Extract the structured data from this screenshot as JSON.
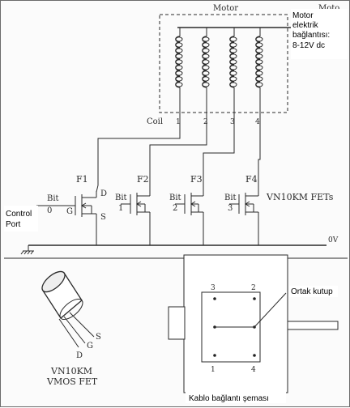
{
  "motor": {
    "title": "Motor",
    "partial_label": "Moto",
    "coil_label": "Coil",
    "coil_numbers": [
      "1",
      "2",
      "3",
      "4"
    ]
  },
  "notes": {
    "motor_power_lines": [
      "Motor",
      "elektrik",
      "bağlantısı:",
      "8-12V dc"
    ],
    "control_port_lines": [
      "Control",
      "Port"
    ],
    "common_terminal": "Ortak kutup",
    "cable_diagram": "Kablo bağlantı şeması"
  },
  "fets": [
    {
      "label": "F1",
      "bit_label": "Bit",
      "bit_number": "0",
      "gate": "G",
      "drain": "D",
      "source": "S"
    },
    {
      "label": "F2",
      "bit_label": "Bit",
      "bit_number": "1"
    },
    {
      "label": "F3",
      "bit_label": "Bit",
      "bit_number": "2"
    },
    {
      "label": "F4",
      "bit_label": "Bit",
      "bit_number": "3"
    }
  ],
  "fet_type_label": "VN10KM FETs",
  "ground_label": "0V",
  "package": {
    "pins": [
      "S",
      "G",
      "D"
    ],
    "name": "VN10KM",
    "type": "VMOS FET"
  },
  "motor_terminals": [
    "3",
    "2",
    "1",
    "4"
  ]
}
